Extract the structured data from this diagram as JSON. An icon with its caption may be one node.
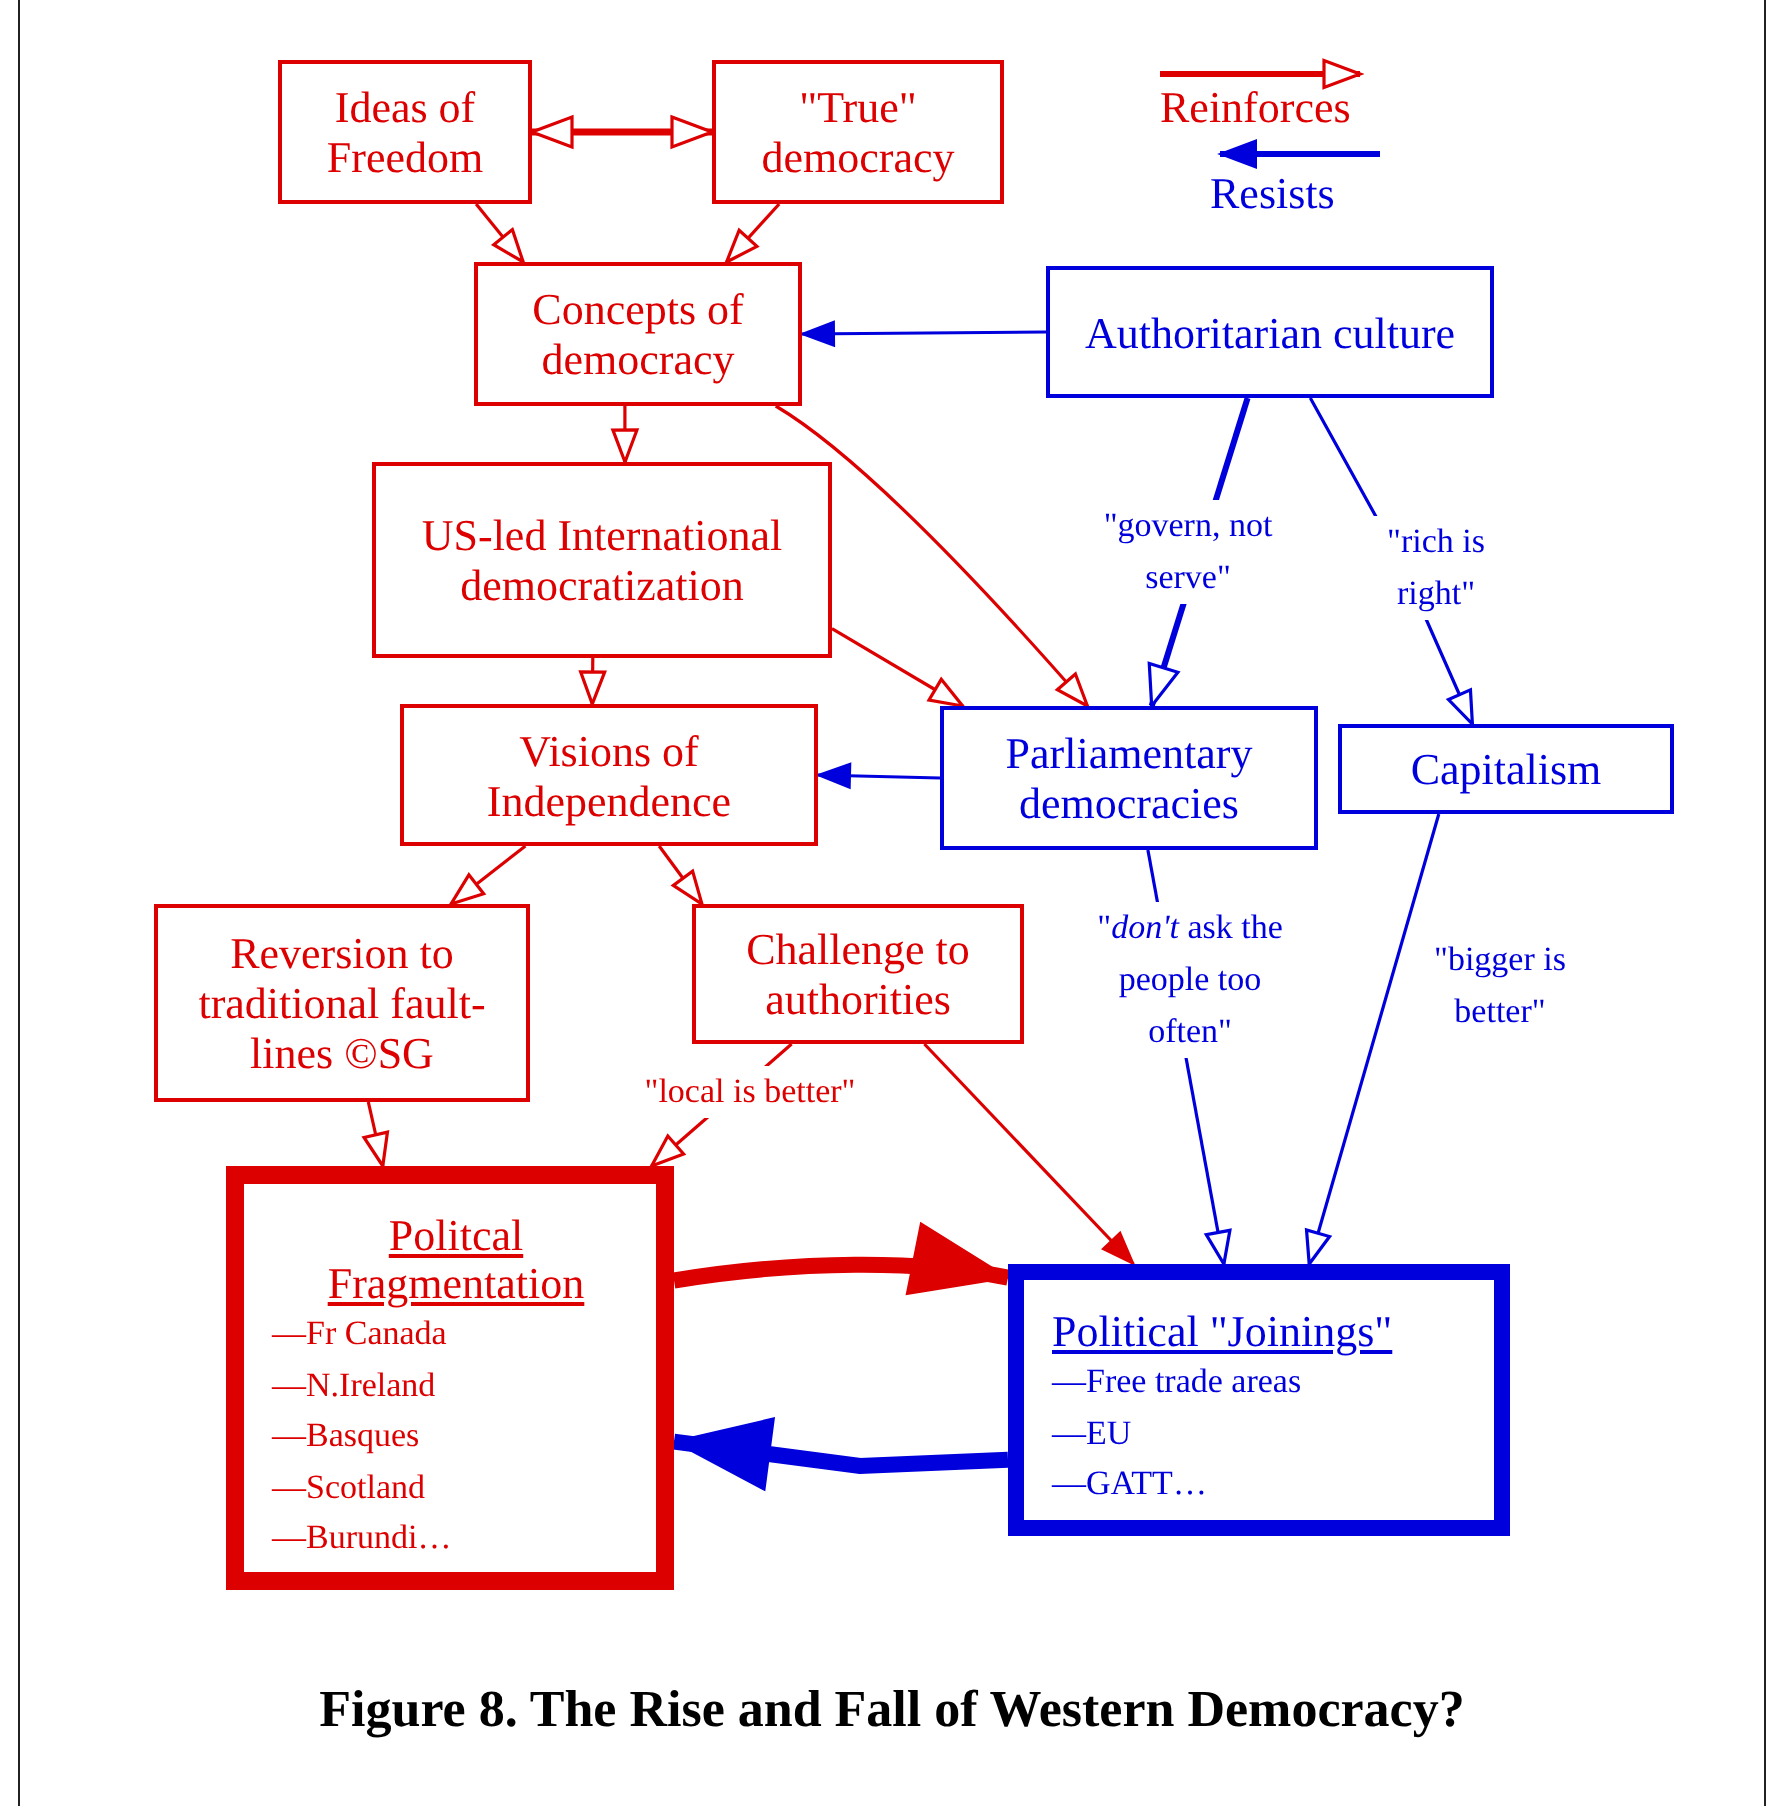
{
  "diagram": {
    "caption": "Figure 8. The Rise and Fall of Western Democracy?",
    "nodes": [
      {
        "text": [
          "Ideas of Freedom"
        ]
      },
      {
        "text": [
          "\"True\" democracy"
        ]
      },
      {
        "text": [
          "Concepts of democracy"
        ]
      },
      {
        "text": [
          "Authoritarian culture"
        ]
      },
      {
        "text": [
          "US-led International democratization"
        ]
      },
      {
        "text": [
          "Visions of Independence"
        ]
      },
      {
        "text": [
          "Parliamentary democracies"
        ]
      },
      {
        "text": [
          "Capitalism"
        ]
      },
      {
        "text": [
          "Reversion to traditional fault-lines ©SG"
        ]
      },
      {
        "text": [
          "Challenge to authorities"
        ]
      },
      {
        "text": [
          "Politcal Fragmentation",
          "—Fr Canada",
          "—N.Ireland",
          "—Basques",
          "—Scotland",
          "—Burundi…"
        ]
      },
      {
        "text": [
          "Political \"Joinings\"",
          "—Free trade areas",
          "—EU",
          "—GATT…"
        ]
      }
    ],
    "edges": [
      {
        "from": 0,
        "to": 1,
        "arrow": "both",
        "style": "thick"
      },
      {
        "from": 0,
        "to": 2,
        "arrow": "to"
      },
      {
        "from": 1,
        "to": 2,
        "arrow": "to"
      },
      {
        "from": 3,
        "to": 2,
        "arrow": "to",
        "color": "#0000dd"
      },
      {
        "from": 2,
        "to": 4,
        "arrow": "to"
      },
      {
        "from": 2,
        "to": 6,
        "arrow": "to"
      },
      {
        "from": 4,
        "to": 6,
        "arrow": "to"
      },
      {
        "from": 4,
        "to": 5,
        "arrow": "to"
      },
      {
        "from": 3,
        "to": 6,
        "arrow": "to",
        "label": "\"govern, not serve\"",
        "color": "#0000dd"
      },
      {
        "from": 3,
        "to": 7,
        "arrow": "to",
        "label": "\"rich is right\"",
        "color": "#0000dd"
      },
      {
        "from": 6,
        "to": 5,
        "arrow": "to",
        "color": "#0000dd"
      },
      {
        "from": 5,
        "to": 8,
        "arrow": "to"
      },
      {
        "from": 5,
        "to": 9,
        "arrow": "to"
      },
      {
        "from": 8,
        "to": 10,
        "arrow": "to"
      },
      {
        "from": 9,
        "to": 10,
        "arrow": "to",
        "label": "\"local is better\""
      },
      {
        "from": 9,
        "to": 11,
        "arrow": "to"
      },
      {
        "from": 6,
        "to": 11,
        "arrow": "to",
        "label": "\"*don't* ask the people too often\"",
        "color": "#0000dd"
      },
      {
        "from": 7,
        "to": 11,
        "arrow": "to",
        "label": "\"bigger is better\"",
        "color": "#0000dd"
      },
      {
        "from": 10,
        "to": 11,
        "arrow": "to",
        "style": "thick"
      },
      {
        "from": 11,
        "to": 10,
        "arrow": "to",
        "style": "thick",
        "color": "#0000dd"
      }
    ],
    "legend": [
      {
        "text": "Reinforces"
      },
      {
        "text": "Resists"
      }
    ]
  }
}
